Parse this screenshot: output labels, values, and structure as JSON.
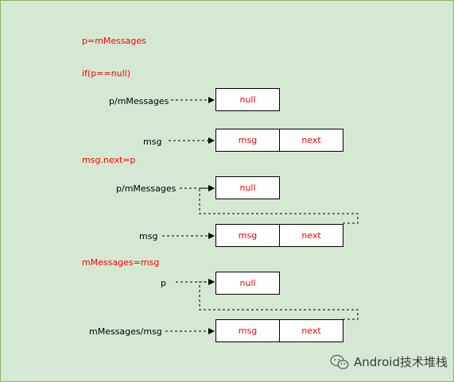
{
  "steps": [
    {
      "code": "p=mMessages",
      "code2": "if(p==null)"
    },
    {
      "code": "msg.next=p"
    },
    {
      "code": "mMessages=msg"
    }
  ],
  "labels": {
    "s1_pointer": "p/mMessages",
    "s1_msg": "msg",
    "s2_pointer": "p/mMessages",
    "s2_msg": "msg",
    "s3_pointer": "p",
    "s3_msg": "mMessages/msg"
  },
  "nodes": {
    "null_text": "null",
    "msg_text": "msg",
    "next_text": "next"
  },
  "watermark": {
    "text": "Android技术堆栈",
    "logo": "wechat-logo"
  },
  "colors": {
    "background": "#d5e8d4",
    "border": "#82b366",
    "code_text": "#ff0000",
    "node_fill": "#ffffff"
  }
}
